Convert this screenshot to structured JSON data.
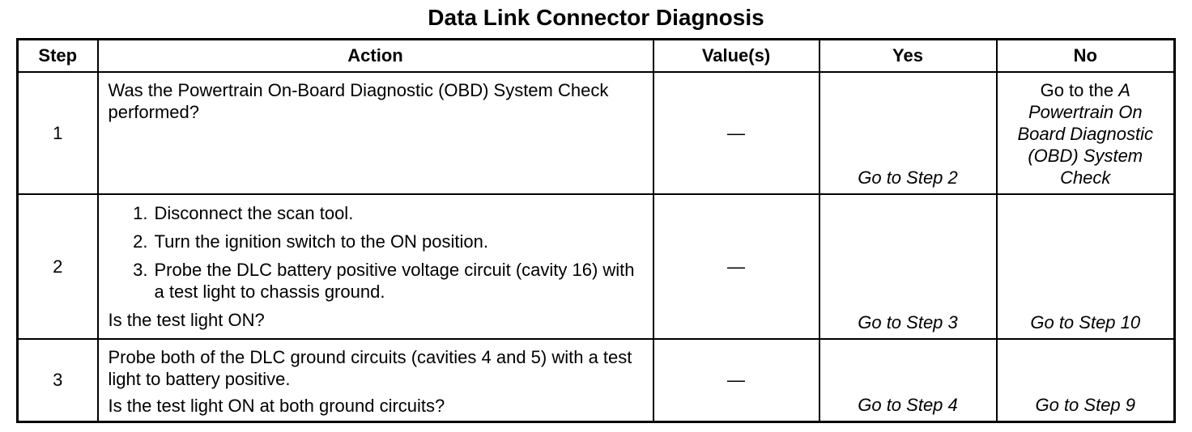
{
  "title": "Data Link Connector Diagnosis",
  "headers": {
    "step": "Step",
    "action": "Action",
    "values": "Value(s)",
    "yes": "Yes",
    "no": "No"
  },
  "rows": [
    {
      "step": "1",
      "action_text": "Was the Powertrain On-Board Diagnostic (OBD) System Check performed?",
      "value": "—",
      "yes": "Go to Step 2",
      "no_prefix": "Go to the ",
      "no_italic": "A Powertrain On Board Diagnostic (OBD) System Check"
    },
    {
      "step": "2",
      "items": [
        {
          "num": "1.",
          "text": "Disconnect the scan tool."
        },
        {
          "num": "2.",
          "text": "Turn the ignition switch to the ON position."
        },
        {
          "num": "3.",
          "text": "Probe the DLC battery positive voltage circuit (cavity 16) with a test light to chassis ground."
        }
      ],
      "question": "Is the test light ON?",
      "value": "—",
      "yes": "Go to Step 3",
      "no": "Go to Step 10"
    },
    {
      "step": "3",
      "action_text": "Probe both of the DLC ground circuits (cavities 4 and 5) with a test light to battery positive.",
      "question": "Is the test light ON at both ground circuits?",
      "value": "—",
      "yes": "Go to Step 4",
      "no": "Go to Step 9"
    }
  ]
}
